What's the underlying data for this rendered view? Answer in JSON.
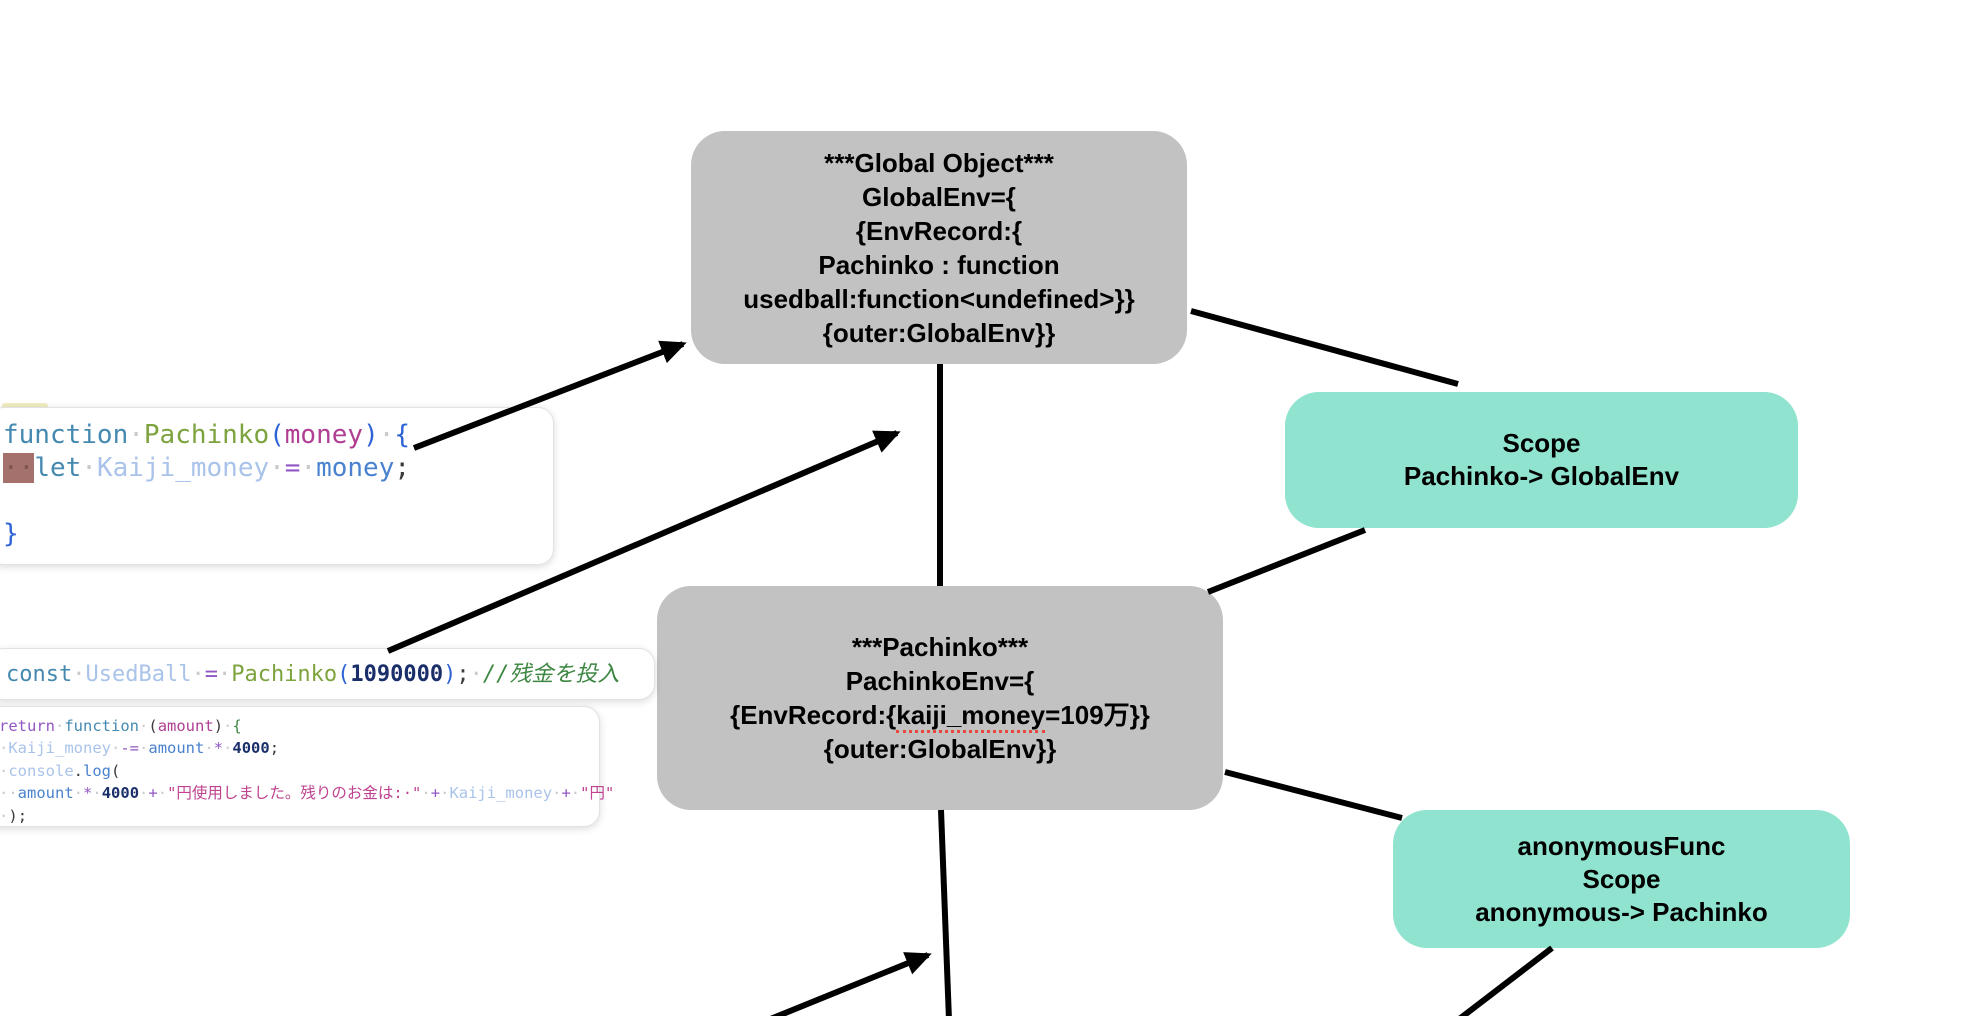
{
  "diagram": {
    "global_box": {
      "lines": [
        "***Global Object***",
        "GlobalEnv={",
        "{EnvRecord:{",
        "Pachinko : function",
        "usedball:function<undefined>}}",
        "{outer:GlobalEnv}}"
      ]
    },
    "pachinko_box": {
      "lines": [
        "***Pachinko***",
        "PachinkoEnv={",
        "",
        "{outer:GlobalEnv}}"
      ],
      "line3_parts": {
        "before": "{EnvRecord:{",
        "underlined": "kaiji_money",
        "after": "=109万}}"
      }
    },
    "scope1_box": {
      "lines": [
        "Scope",
        "Pachinko-> GlobalEnv"
      ]
    },
    "scope2_box": {
      "lines": [
        "anonymousFunc",
        "Scope",
        "anonymous-> Pachinko"
      ]
    }
  },
  "code": {
    "definition": {
      "lines": [
        [
          {
            "t": "function",
            "c": "kw"
          },
          {
            "t": "·",
            "c": "ws"
          },
          {
            "t": "Pachinko",
            "c": "fn"
          },
          {
            "t": "(",
            "c": "pn"
          },
          {
            "t": "money",
            "c": "param"
          },
          {
            "t": ")",
            "c": "pn"
          },
          {
            "t": "·",
            "c": "ws"
          },
          {
            "t": "{",
            "c": "pn"
          }
        ],
        [
          {
            "t": "··",
            "c": "hl"
          },
          {
            "t": "let",
            "c": "kw"
          },
          {
            "t": "·",
            "c": "ws"
          },
          {
            "t": "Kaiji_money",
            "c": "var"
          },
          {
            "t": "·",
            "c": "ws"
          },
          {
            "t": "=",
            "c": "op"
          },
          {
            "t": "·",
            "c": "ws"
          },
          {
            "t": "money",
            "c": "val"
          },
          {
            "t": ";",
            "c": "pn2"
          }
        ],
        [
          {
            "t": " ",
            "c": "ws"
          }
        ],
        [
          {
            "t": "}",
            "c": "pn"
          }
        ]
      ]
    },
    "call": {
      "lines": [
        [
          {
            "t": "const",
            "c": "kw"
          },
          {
            "t": "·",
            "c": "ws"
          },
          {
            "t": "UsedBall",
            "c": "var"
          },
          {
            "t": "·",
            "c": "ws"
          },
          {
            "t": "=",
            "c": "op"
          },
          {
            "t": "·",
            "c": "ws"
          },
          {
            "t": "Pachinko",
            "c": "fn"
          },
          {
            "t": "(",
            "c": "pn"
          },
          {
            "t": "1090000",
            "c": "num"
          },
          {
            "t": ")",
            "c": "pn"
          },
          {
            "t": ";",
            "c": "pn2"
          },
          {
            "t": "·",
            "c": "ws"
          },
          {
            "t": "//残金を投入",
            "c": "cm"
          }
        ]
      ]
    },
    "returned": {
      "lines": [
        [
          {
            "t": "return",
            "c": "op"
          },
          {
            "t": "·",
            "c": "ws"
          },
          {
            "t": "function",
            "c": "kw"
          },
          {
            "t": "·",
            "c": "ws"
          },
          {
            "t": "(",
            "c": "pn2"
          },
          {
            "t": "amount",
            "c": "param"
          },
          {
            "t": ")",
            "c": "pn2"
          },
          {
            "t": "·",
            "c": "ws"
          },
          {
            "t": "{",
            "c": "brg"
          }
        ],
        [
          {
            "t": "·",
            "c": "ws"
          },
          {
            "t": "Kaiji_money",
            "c": "var"
          },
          {
            "t": "·",
            "c": "ws"
          },
          {
            "t": "-=",
            "c": "op"
          },
          {
            "t": "·",
            "c": "ws"
          },
          {
            "t": "amount",
            "c": "val"
          },
          {
            "t": "·",
            "c": "ws"
          },
          {
            "t": "*",
            "c": "op"
          },
          {
            "t": "·",
            "c": "ws"
          },
          {
            "t": "4000",
            "c": "num"
          },
          {
            "t": ";",
            "c": "pn2"
          }
        ],
        [
          {
            "t": "·",
            "c": "ws"
          },
          {
            "t": "console",
            "c": "var"
          },
          {
            "t": ".",
            "c": "pn2"
          },
          {
            "t": "log",
            "c": "val"
          },
          {
            "t": "(",
            "c": "pn2"
          }
        ],
        [
          {
            "t": "··",
            "c": "ws"
          },
          {
            "t": "amount",
            "c": "val"
          },
          {
            "t": "·",
            "c": "ws"
          },
          {
            "t": "*",
            "c": "op"
          },
          {
            "t": "·",
            "c": "ws"
          },
          {
            "t": "4000",
            "c": "num"
          },
          {
            "t": "·",
            "c": "ws"
          },
          {
            "t": "+",
            "c": "op"
          },
          {
            "t": "·",
            "c": "ws"
          },
          {
            "t": "\"円使用しました。残りのお金は:·\"",
            "c": "str"
          },
          {
            "t": "·",
            "c": "ws"
          },
          {
            "t": "+",
            "c": "op"
          },
          {
            "t": "·",
            "c": "ws"
          },
          {
            "t": "Kaiji_money",
            "c": "var"
          },
          {
            "t": "·",
            "c": "ws"
          },
          {
            "t": "+",
            "c": "op"
          },
          {
            "t": "·",
            "c": "ws"
          },
          {
            "t": "\"円\"",
            "c": "str"
          }
        ],
        [
          {
            "t": "·",
            "c": "ws"
          },
          {
            "t": ")",
            "c": "pn2"
          },
          {
            "t": ";",
            "c": "pn2"
          }
        ]
      ]
    }
  },
  "colors": {
    "node_gray": "#c2c2c2",
    "node_teal": "#8fe3cf",
    "connector_black": "#000000",
    "misspell_red": "#e8473c",
    "indent_highlight": "#a5716c"
  }
}
